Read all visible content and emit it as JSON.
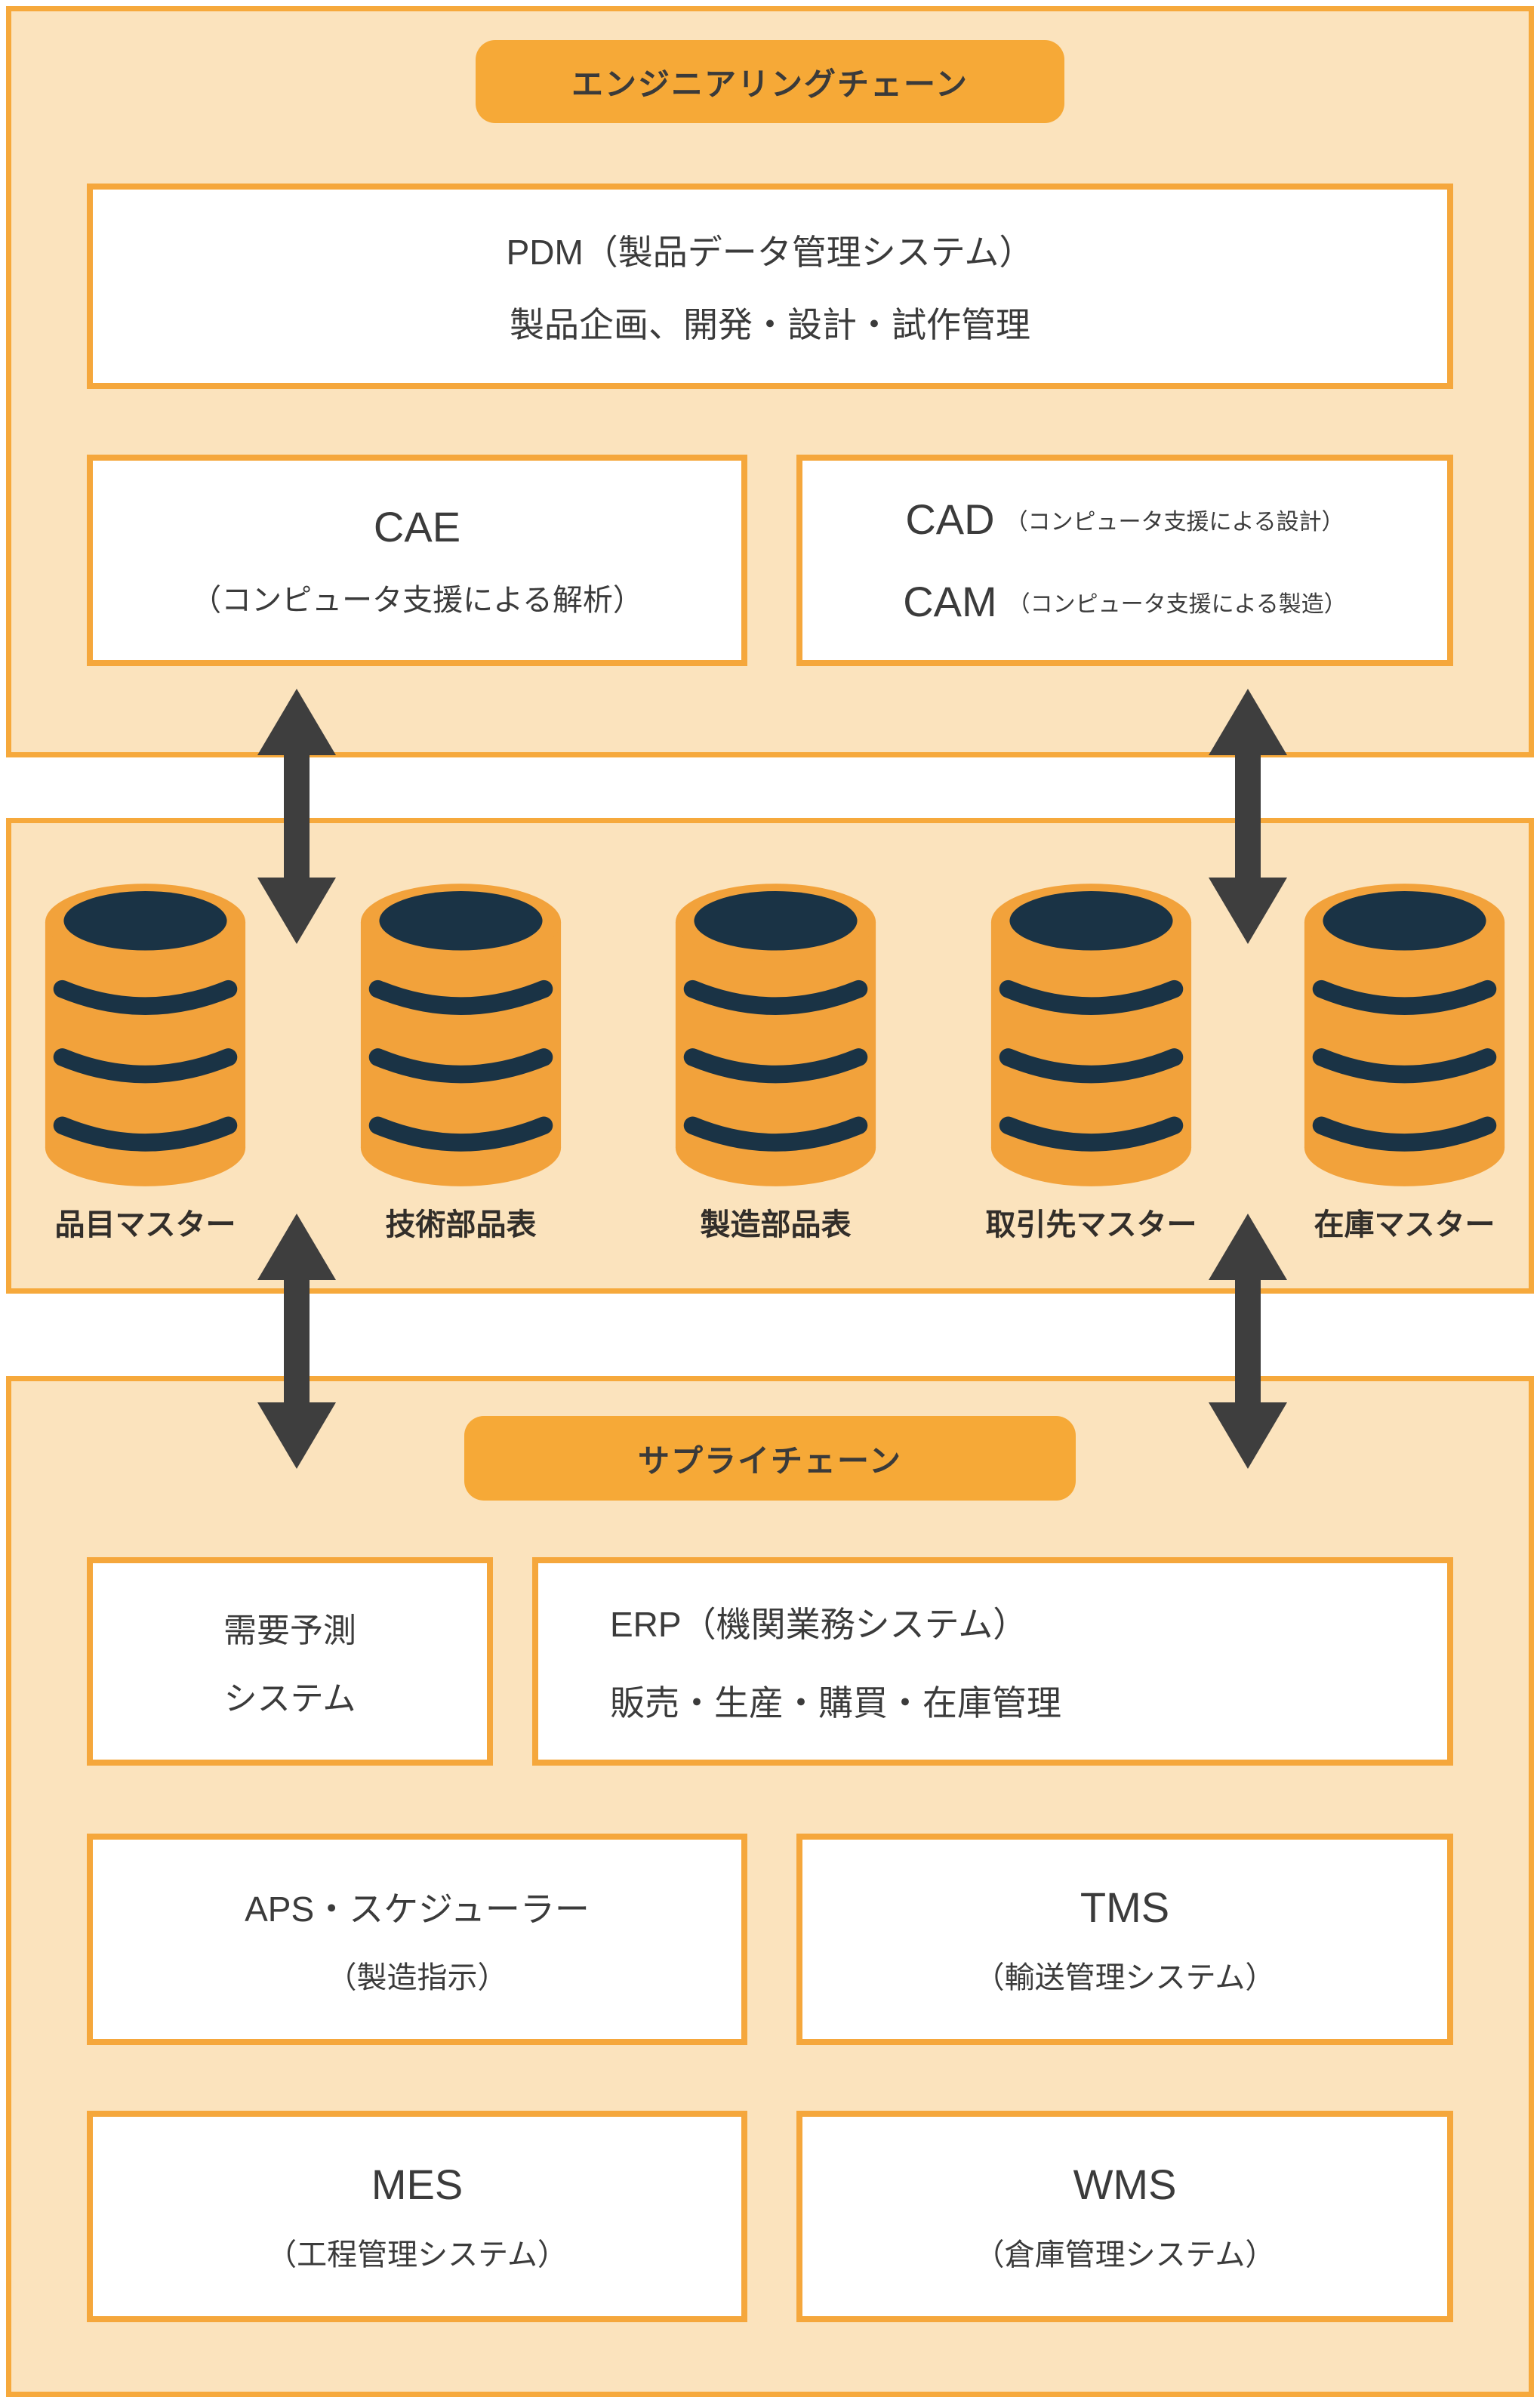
{
  "engineering_chain": {
    "badge": "エンジニアリングチェーン",
    "pdm": {
      "line1": "PDM（製品データ管理システム）",
      "line2": "製品企画、開発・設計・試作管理"
    },
    "cae": {
      "title": "CAE",
      "subtitle": "（コンピュータ支援による解析）"
    },
    "cad": {
      "title": "CAD",
      "subtitle": "（コンピュータ支援による設計）"
    },
    "cam": {
      "title": "CAM",
      "subtitle": "（コンピュータ支援による製造）"
    }
  },
  "data_hub": {
    "databases": [
      {
        "label": "品目マスター"
      },
      {
        "label": "技術部品表"
      },
      {
        "label": "製造部品表"
      },
      {
        "label": "取引先マスター"
      },
      {
        "label": "在庫マスター"
      }
    ]
  },
  "supply_chain": {
    "badge": "サプライチェーン",
    "demand": {
      "line1": "需要予測",
      "line2": "システム"
    },
    "erp": {
      "line1": "ERP（機関業務システム）",
      "line2": "販売・生産・購買・在庫管理"
    },
    "aps": {
      "title": "APS・スケジューラー",
      "subtitle": "（製造指示）"
    },
    "tms": {
      "title": "TMS",
      "subtitle": "（輸送管理システム）"
    },
    "mes": {
      "title": "MES",
      "subtitle": "（工程管理システム）"
    },
    "wms": {
      "title": "WMS",
      "subtitle": "（倉庫管理システム）"
    }
  },
  "colors": {
    "accent_orange": "#f5a73c",
    "badge_orange": "#f6a937",
    "band_fill": "#fbe3bd",
    "cylinder_orange": "#f2a23b",
    "cylinder_dark": "#1a3345",
    "arrow_gray": "#3e3e3e",
    "text_dark": "#3a3a3a"
  }
}
